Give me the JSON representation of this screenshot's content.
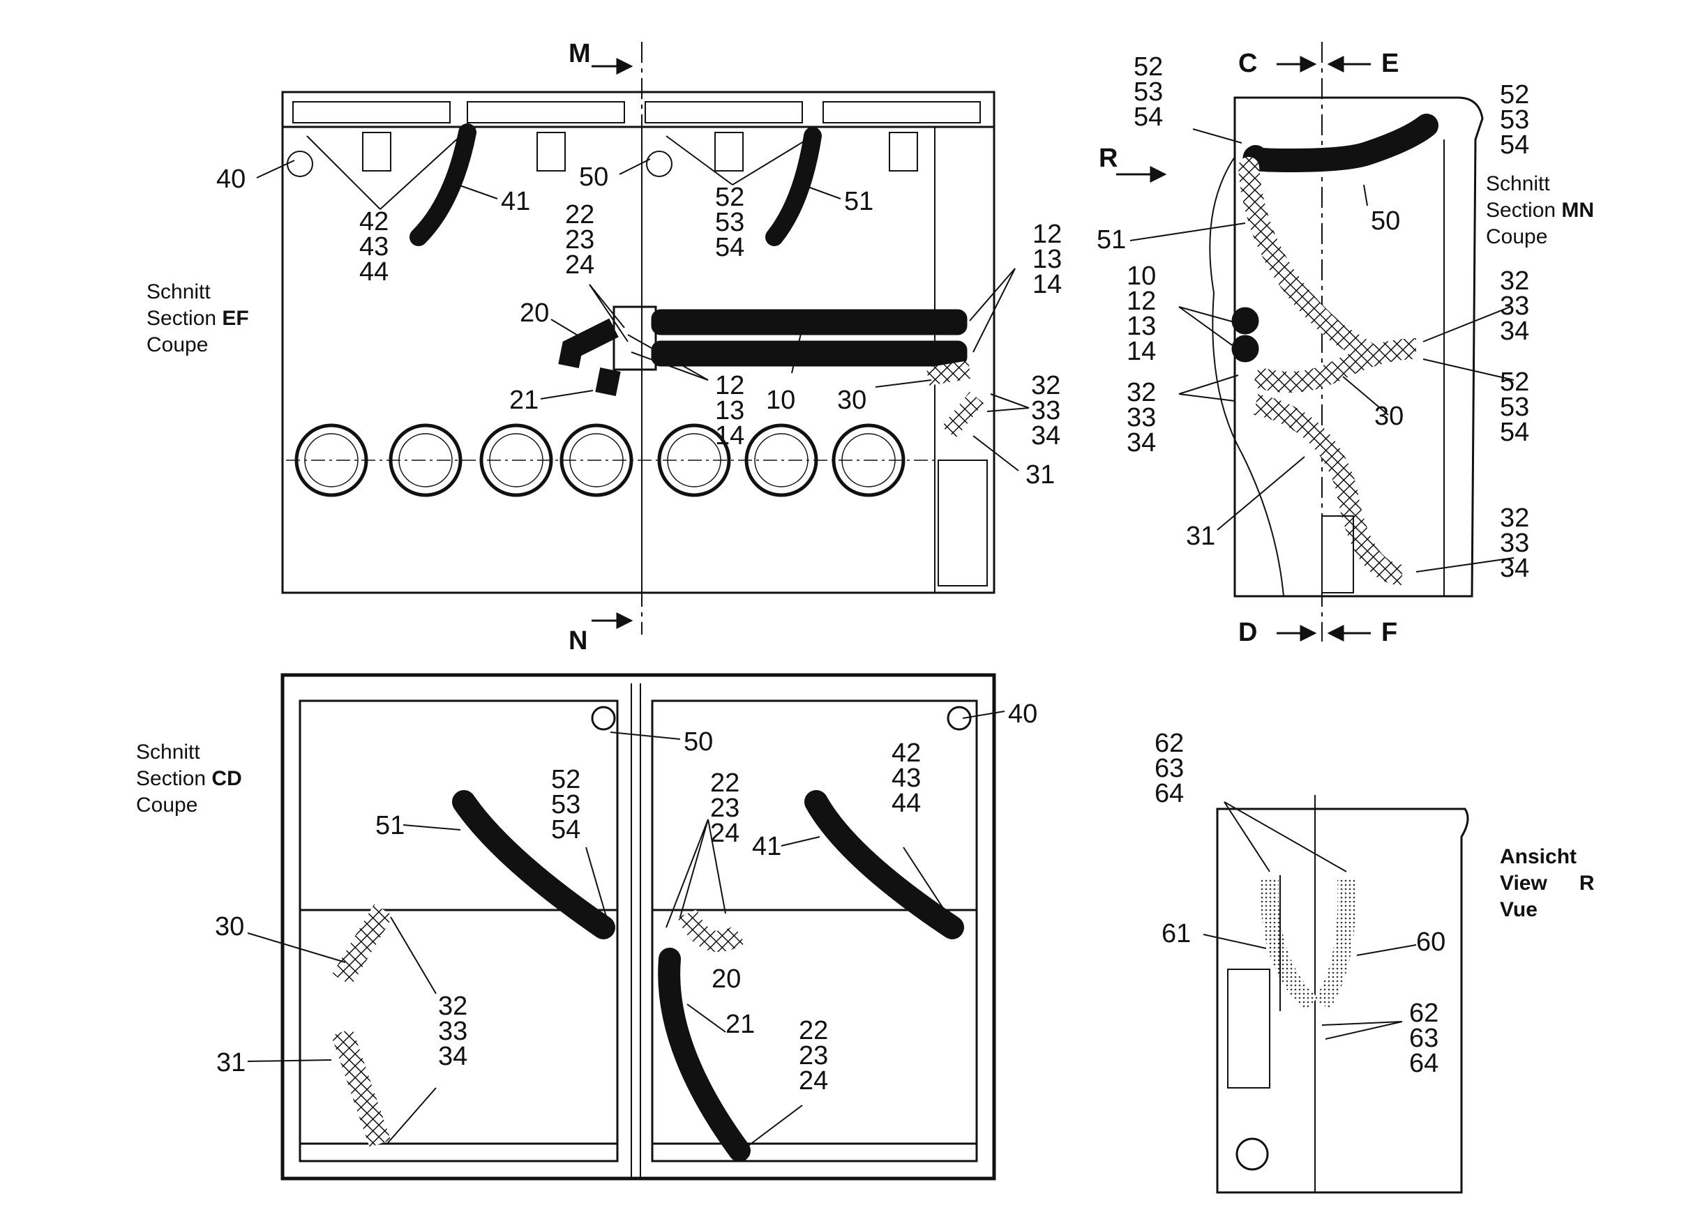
{
  "views": {
    "ef": {
      "l1": "Schnitt",
      "l2": "Section",
      "tag": "EF",
      "l3": "Coupe"
    },
    "mn": {
      "l1": "Schnitt",
      "l2": "Section",
      "tag": "MN",
      "l3": "Coupe"
    },
    "cd": {
      "l1": "Schnitt",
      "l2": "Section",
      "tag": "CD",
      "l3": "Coupe"
    },
    "r": {
      "l1": "Ansicht",
      "l2": "View",
      "tag": "R",
      "l3": "Vue"
    }
  },
  "section_marks": {
    "m": "M",
    "n": "N",
    "c": "C",
    "e": "E",
    "d": "D",
    "f": "F",
    "r": "R"
  },
  "callouts": {
    "ef": {
      "p40": "40",
      "p41": "41",
      "p42": [
        "42",
        "43",
        "44"
      ],
      "p50": "50",
      "p51": "51",
      "p52": [
        "52",
        "53",
        "54"
      ],
      "p22": [
        "22",
        "23",
        "24"
      ],
      "p20": "20",
      "p21": "21",
      "p12a": [
        "12",
        "13",
        "14"
      ],
      "p12b": [
        "12",
        "13",
        "14"
      ],
      "p10": "10",
      "p30": "30",
      "p31": "31",
      "p32": [
        "32",
        "33",
        "34"
      ]
    },
    "mn": {
      "p52a": [
        "52",
        "53",
        "54"
      ],
      "p52b": [
        "52",
        "53",
        "54"
      ],
      "p50": "50",
      "p51": "51",
      "p10": [
        "10",
        "12",
        "13",
        "14"
      ],
      "p32a": [
        "32",
        "33",
        "34"
      ],
      "p32b": [
        "32",
        "33",
        "34"
      ],
      "p32c": [
        "32",
        "33",
        "34"
      ],
      "p52c": [
        "52",
        "53",
        "54"
      ],
      "p30": "30",
      "p31": "31"
    },
    "cd": {
      "p50": "50",
      "p40": "40",
      "p52": [
        "52",
        "53",
        "54"
      ],
      "p42": [
        "42",
        "43",
        "44"
      ],
      "p22a": [
        "22",
        "23",
        "24"
      ],
      "p51": "51",
      "p41": "41",
      "p30": "30",
      "p20": "20",
      "p32": [
        "32",
        "33",
        "34"
      ],
      "p31": "31",
      "p21": "21",
      "p22b": [
        "22",
        "23",
        "24"
      ]
    },
    "r": {
      "p62a": [
        "62",
        "63",
        "64"
      ],
      "p61": "61",
      "p60": "60",
      "p62b": [
        "62",
        "63",
        "64"
      ]
    }
  }
}
